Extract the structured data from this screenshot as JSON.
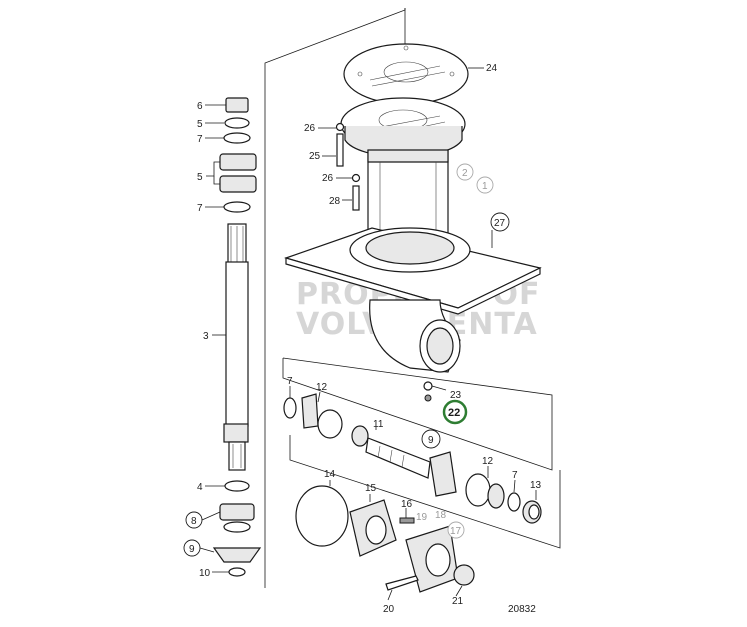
{
  "diagram": {
    "drawing_number": "20832",
    "watermark": [
      "PROPERTY OF",
      "VOLVO PENTA"
    ],
    "highlight_color": "#2e7d32",
    "labels": {
      "p24": "24",
      "p26a": "26",
      "p25": "25",
      "p26b": "26",
      "p28": "28",
      "p2": "2",
      "p1": "1",
      "p27": "27",
      "p23": "23",
      "p22": "22",
      "p6": "6",
      "p5a": "5",
      "p7a": "7",
      "p5b": "5",
      "p7b": "7",
      "p3": "3",
      "p4": "4",
      "p8": "8",
      "p9a": "9",
      "p10": "10",
      "p7c": "7",
      "p12a": "12",
      "p11": "11",
      "p9b": "9",
      "p12b": "12",
      "p7d": "7",
      "p13": "13",
      "p14": "14",
      "p15": "15",
      "p16": "16",
      "p19": "19",
      "p18": "18",
      "p17": "17",
      "p20": "20",
      "p21": "21"
    }
  }
}
